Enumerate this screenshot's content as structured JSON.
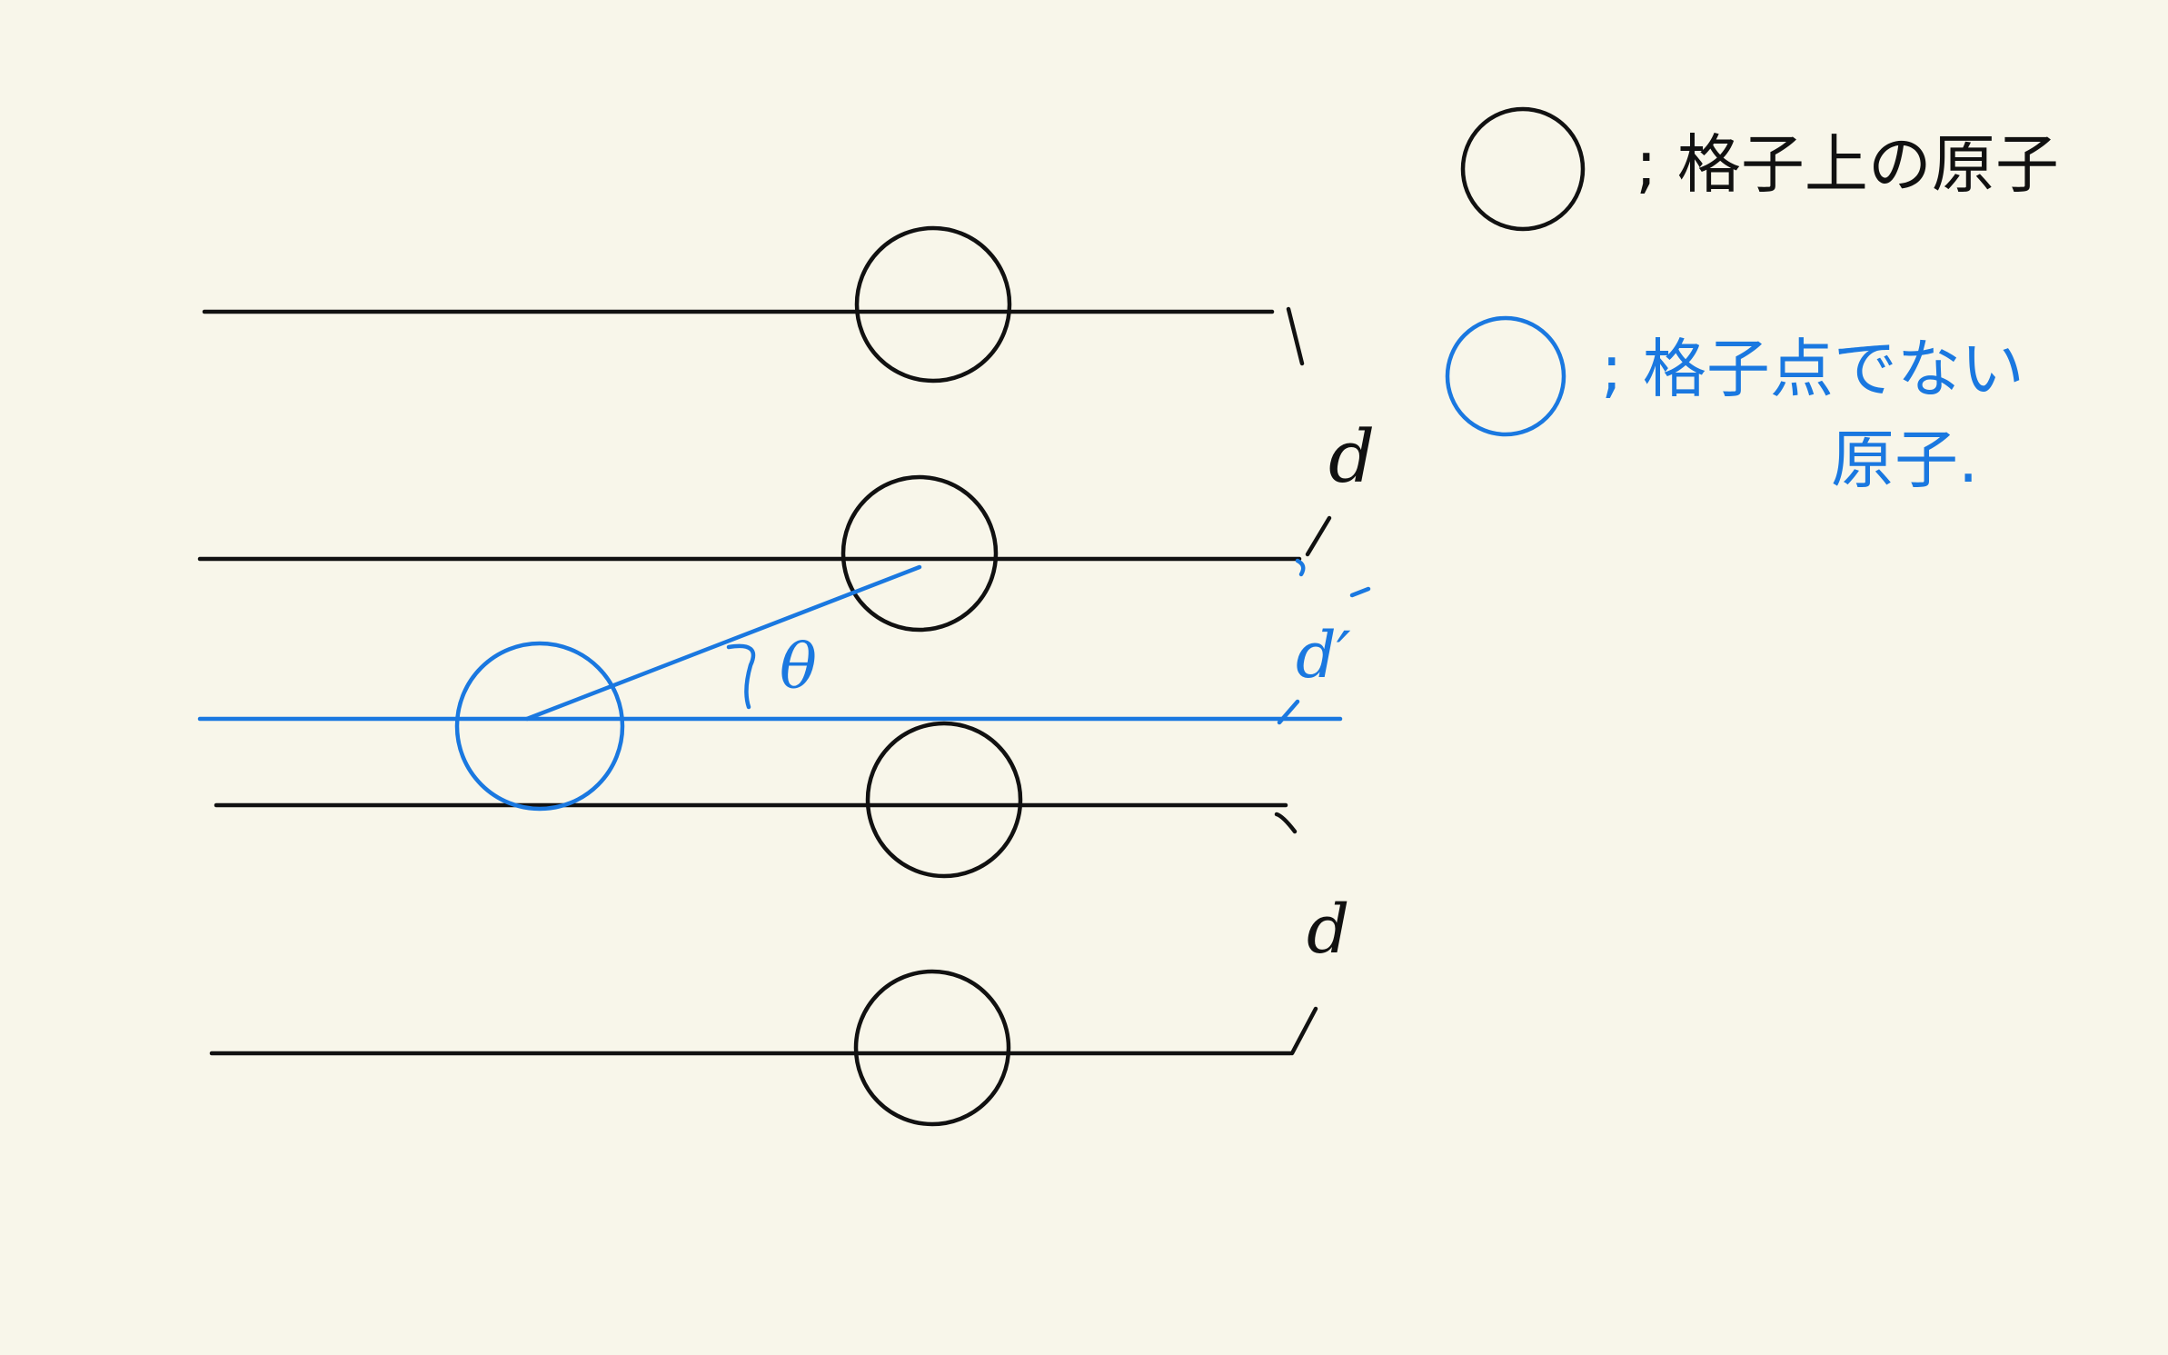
{
  "colors": {
    "background": "#f8f6ea",
    "lattice": "#111111",
    "non_lattice": "#1a78e0"
  },
  "legend": {
    "lattice_atom": "; 格子上の原子",
    "non_lattice_atom_line1": "; 格子点でない",
    "non_lattice_atom_line2": "原子."
  },
  "labels": {
    "spacing_top": "d",
    "spacing_middle": "d′",
    "spacing_bottom": "d",
    "angle": "θ"
  }
}
